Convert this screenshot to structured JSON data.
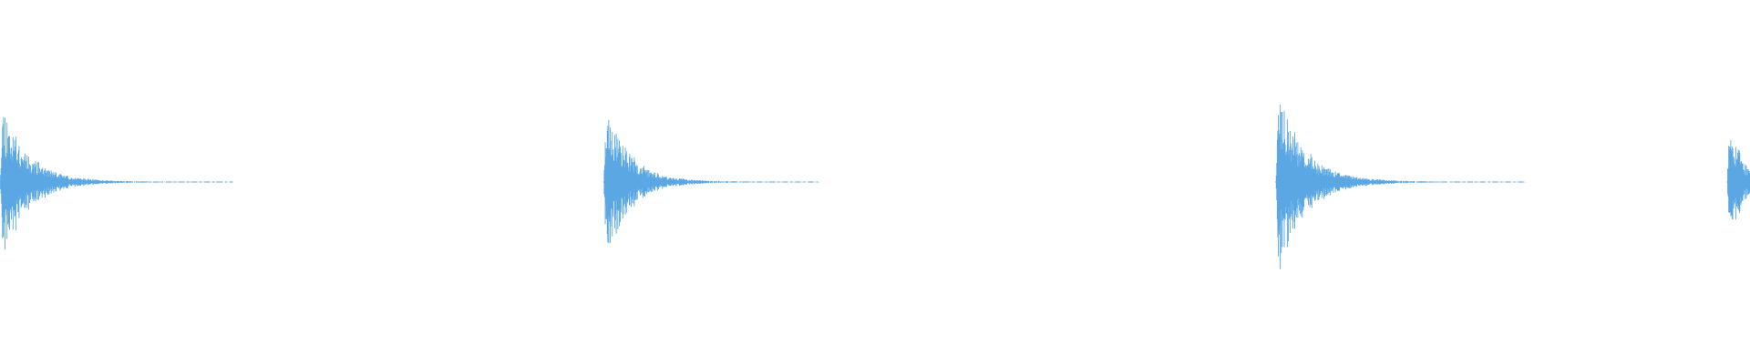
{
  "waveform": {
    "color": "#5aa7e3",
    "background": "#ffffff",
    "duration_seconds": 1,
    "peak_amplitude": 1,
    "bursts": [
      {
        "onset": 0.0,
        "peak": 0.82,
        "decay_time": 0.065,
        "tail_length": 0.068,
        "seed": 11
      },
      {
        "onset": 0.345,
        "peak": 0.8,
        "decay_time": 0.06,
        "tail_length": 0.064,
        "seed": 23
      },
      {
        "onset": 0.729,
        "peak": 0.9,
        "decay_time": 0.07,
        "tail_length": 0.073,
        "seed": 37
      },
      {
        "onset": 0.987,
        "peak": 0.84,
        "decay_time": 0.03,
        "tail_length": 0.013,
        "seed": 53
      }
    ]
  }
}
